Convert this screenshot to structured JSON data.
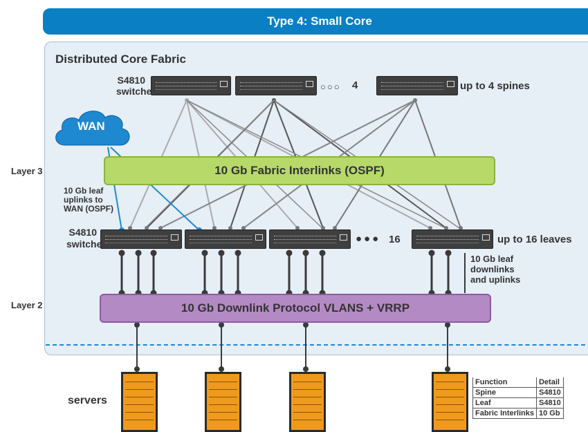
{
  "title": "Type 4: Small Core",
  "fabric_title": "Distributed Core Fabric",
  "layer3": "Layer 3",
  "layer2": "Layer 2",
  "spine_label_line1": "S4810",
  "spine_label_line2": "switches",
  "spine_count": "4",
  "spine_max": "up to 4 spines",
  "wan": "WAN",
  "fabric_interlinks": "10 Gb Fabric Interlinks (OSPF)",
  "uplink_wan_line1": "10 Gb leaf",
  "uplink_wan_line2": "uplinks to",
  "uplink_wan_line3": "WAN (OSPF)",
  "leaf_label_line1": "S4810",
  "leaf_label_line2": "switches",
  "leaf_count": "16",
  "leaf_max": "up to 16 leaves",
  "downlink_line1": "10 Gb leaf",
  "downlink_line2": "downlinks",
  "downlink_line3": "and uplinks",
  "vlan_band": "10 Gb Downlink Protocol VLANS + VRRP",
  "servers": "servers",
  "legend": {
    "headers": [
      "Function",
      "Detail"
    ],
    "rows": [
      [
        "Spine",
        "S4810"
      ],
      [
        "Leaf",
        "S4810"
      ],
      [
        "Fabric Interlinks",
        "10 Gb"
      ]
    ]
  },
  "colors": {
    "banner": "#0a7fc4",
    "fabric": "#b6d96a",
    "vlan": "#b48ac4",
    "server": "#ef9a1c",
    "wan_link": "#1e88d0"
  }
}
